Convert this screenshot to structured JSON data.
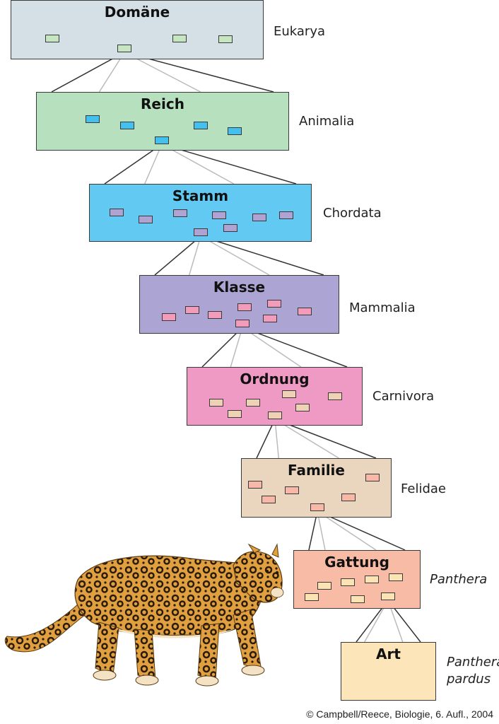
{
  "levels": [
    {
      "rank": "Domäne",
      "taxon": "Eukarya",
      "taxon_italic": false,
      "fill": "#d5e0e6",
      "mini_fill": "#c6e6c2"
    },
    {
      "rank": "Reich",
      "taxon": "Animalia",
      "taxon_italic": false,
      "fill": "#b7e0be",
      "mini_fill": "#43c0ee"
    },
    {
      "rank": "Stamm",
      "taxon": "Chordata",
      "taxon_italic": false,
      "fill": "#62caf2",
      "mini_fill": "#aea3d2"
    },
    {
      "rank": "Klasse",
      "taxon": "Mammalia",
      "taxon_italic": false,
      "fill": "#aca4d2",
      "mini_fill": "#f39bbb"
    },
    {
      "rank": "Ordnung",
      "taxon": "Carnivora",
      "taxon_italic": false,
      "fill": "#ef9ac4",
      "mini_fill": "#efd1b5"
    },
    {
      "rank": "Familie",
      "taxon": "Felidae",
      "taxon_italic": false,
      "fill": "#ead5be",
      "mini_fill": "#f7b8a8"
    },
    {
      "rank": "Gattung",
      "taxon": "Panthera",
      "taxon_italic": true,
      "fill": "#f8bba6",
      "mini_fill": "#fbe3b3"
    },
    {
      "rank": "Art",
      "taxon": "Panthera pardus",
      "taxon_italic": true,
      "fill": "#fce5b8",
      "mini_fill": ""
    }
  ],
  "illustration": "leopard",
  "credit": "© Campbell/Reece, Biologie, 6. Aufl., 2004"
}
